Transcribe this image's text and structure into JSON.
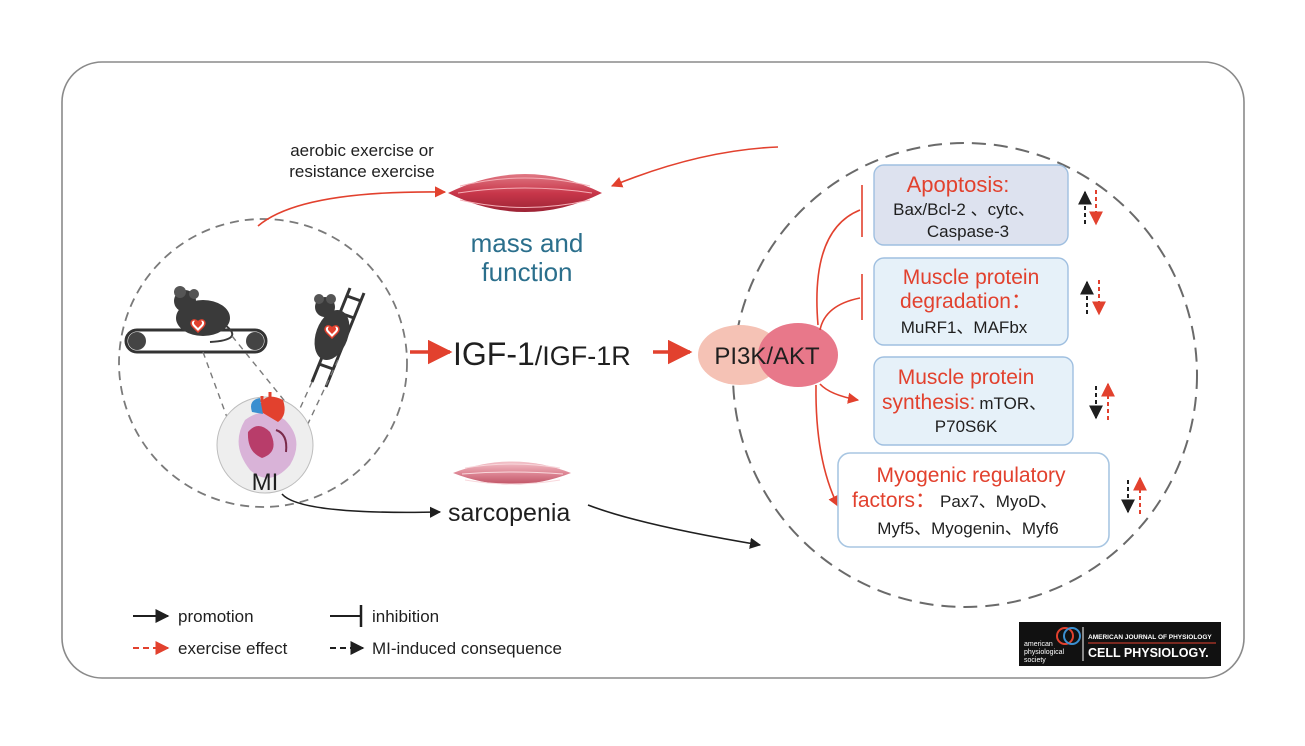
{
  "labels": {
    "exercise_line1": "aerobic exercise or",
    "exercise_line2": "resistance exercise",
    "mass_line1": "mass and",
    "mass_line2": "function",
    "igf_part1": "IGF-1",
    "igf_part2": "/IGF-1R",
    "pi3k": "PI3K/AKT",
    "mi": "MI",
    "sarcopenia": "sarcopenia"
  },
  "boxes": [
    {
      "id": "apoptosis",
      "title_lines": [
        "Apoptosis:"
      ],
      "body_lines": [
        "Bax/Bcl-2 、cytc、",
        "Caspase-3"
      ],
      "fill": "#dde2ef",
      "effect": "inhibition",
      "mi_arrow": "up",
      "exercise_arrow": "down"
    },
    {
      "id": "degradation",
      "title_lines": [
        "Muscle protein",
        "degradation："
      ],
      "body_lines": [
        "MuRF1、MAFbx"
      ],
      "fill": "#e6f1f9",
      "effect": "inhibition",
      "mi_arrow": "up",
      "exercise_arrow": "down"
    },
    {
      "id": "synthesis",
      "title_lines": [
        "Muscle protein",
        "synthesis:"
      ],
      "inline_body": "mTOR、",
      "body_lines": [
        "P70S6K"
      ],
      "fill": "#e6f1f9",
      "effect": "promotion",
      "mi_arrow": "down",
      "exercise_arrow": "up"
    },
    {
      "id": "myogenic",
      "title_lines": [
        "Myogenic regulatory",
        "factors："
      ],
      "inline_body": "Pax7、MyoD、",
      "body_lines": [
        "Myf5、Myogenin、Myf6"
      ],
      "fill": "#ffffff",
      "effect": "promotion",
      "mi_arrow": "down",
      "exercise_arrow": "up"
    }
  ],
  "legend": {
    "promotion": "promotion",
    "inhibition": "inhibition",
    "exercise_effect": "exercise effect",
    "mi_consequence": "MI-induced consequence"
  },
  "logo": {
    "society_line1": "american",
    "society_line2": "physiological",
    "society_line3": "society",
    "journal_small": "AMERICAN JOURNAL OF PHYSIOLOGY",
    "journal_big": "CELL PHYSIOLOGY."
  },
  "colors": {
    "red": "#e2412e",
    "black": "#1f1f1f",
    "teal": "#2b6f8c",
    "muscle": "#c8374a",
    "muscle_light": "#e07884",
    "pi3k_left": "#f5c2b5",
    "pi3k_right": "#e8788a"
  }
}
